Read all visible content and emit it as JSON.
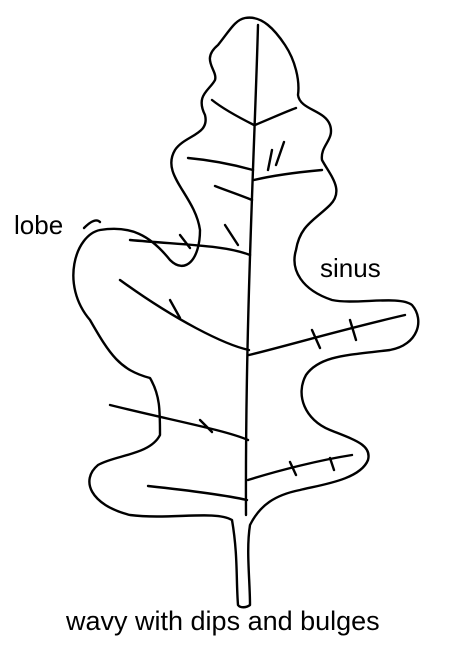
{
  "labels": {
    "lobe": "lobe",
    "sinus": "sinus"
  },
  "caption": "wavy with dips and bulges",
  "colors": {
    "stroke": "#000000",
    "background": "#ffffff"
  }
}
